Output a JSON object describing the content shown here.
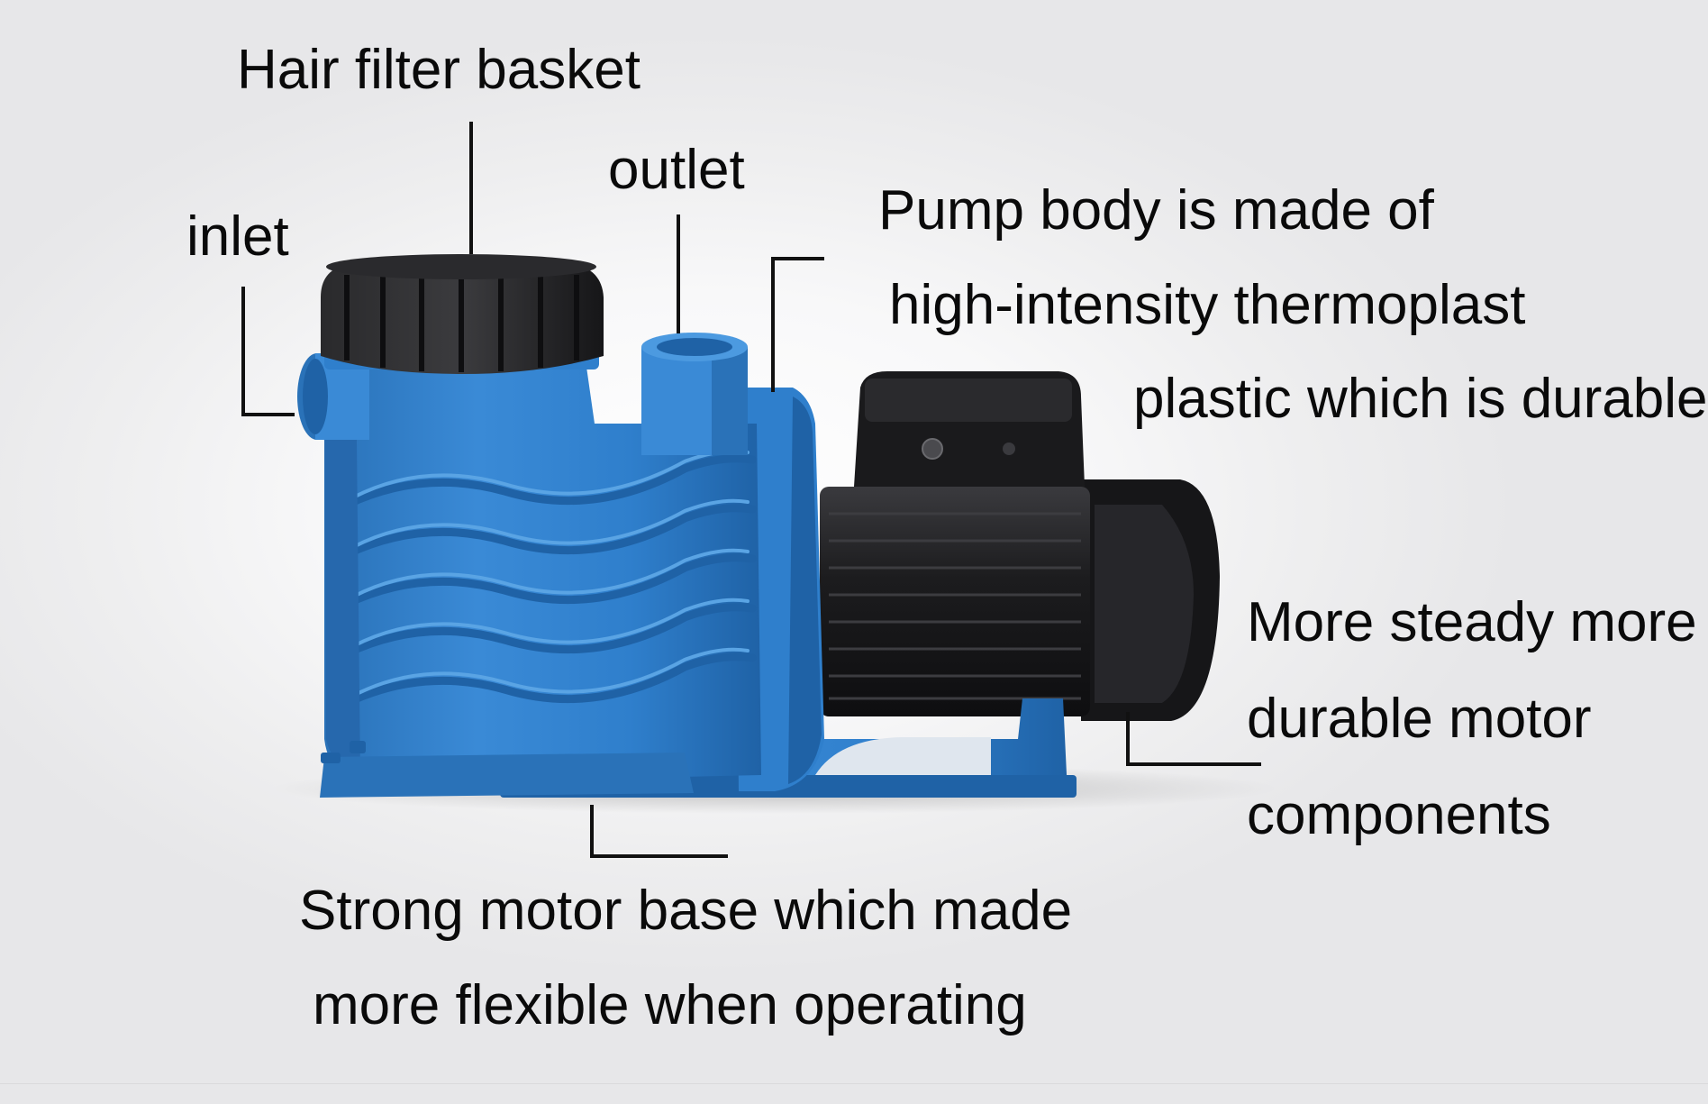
{
  "labels": {
    "hair_filter_basket": "Hair filter basket",
    "outlet": "outlet",
    "inlet": "inlet",
    "pump_body_line1": "Pump body is made of",
    "pump_body_line2": "high-intensity thermoplast",
    "pump_body_line3": "plastic which is durable",
    "motor_line1": "More steady more",
    "motor_line2": "durable motor",
    "motor_line3": "components",
    "base_line1": "Strong motor base which made",
    "base_line2": "more flexible when operating"
  },
  "colors": {
    "pump_body": "#2f7fcc",
    "pump_body_dark": "#1f62a6",
    "pump_body_light": "#4c9ae0",
    "motor": "#1b1b1d",
    "motor_highlight": "#3a3a3e",
    "leader_line": "#111111"
  },
  "icons": {
    "product": "swimming-pool-pump"
  }
}
